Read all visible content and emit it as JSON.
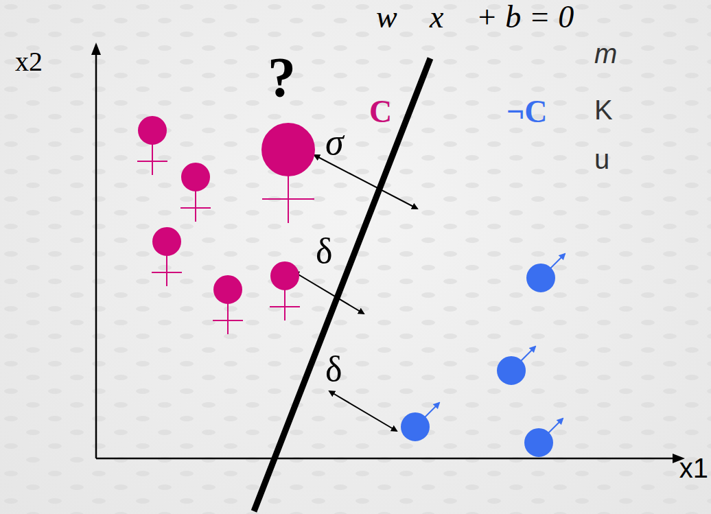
{
  "diagram": {
    "labels": [
      "w⃗ x⃗ + b = 0",
      "x2",
      "?",
      "C",
      "¬C",
      "σ",
      "δ",
      "δ",
      "m",
      "K",
      "u",
      "x1"
    ]
  }
}
